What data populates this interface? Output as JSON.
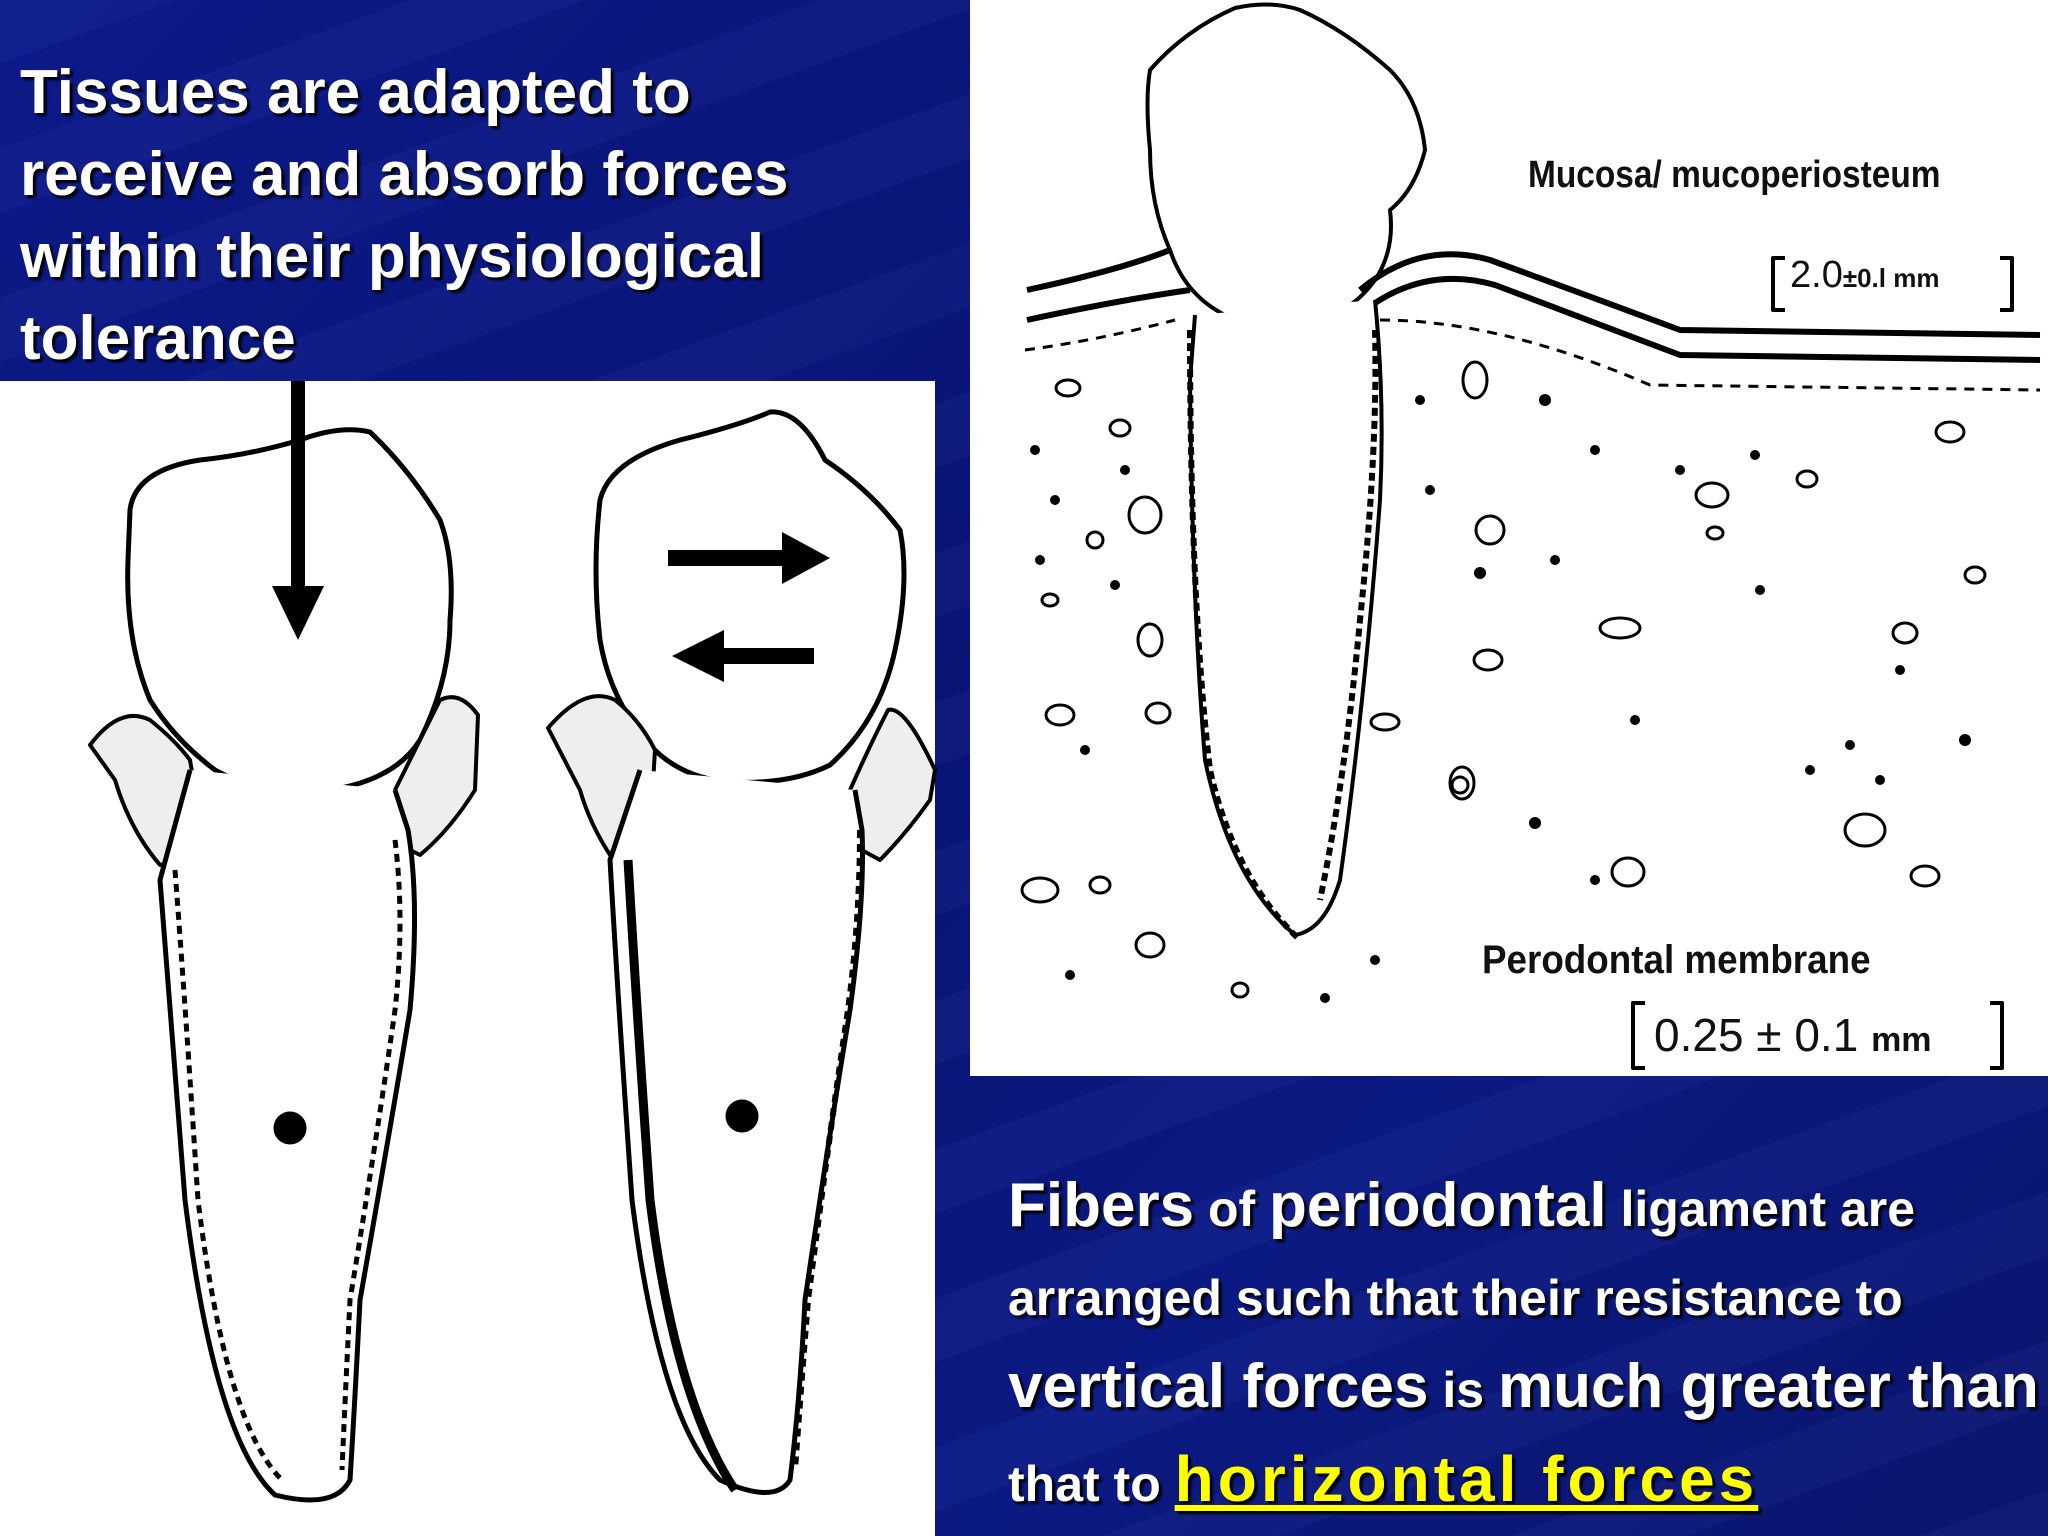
{
  "slide": {
    "title": "Tissues are adapted to receive and absorb forces within their physiological tolerance",
    "diagram_labels": {
      "mucosa": "Mucosa/ mucoperiosteum",
      "mucosa_value": "2.0",
      "mucosa_value_tail": "±0.l mm",
      "periodontal": "Perodontal membrane",
      "periodontal_value": "0.25 ± 0.1",
      "periodontal_unit": "mm"
    },
    "body": {
      "p1": "Fibers",
      "p2": " of ",
      "p3": "periodontal",
      "p4": " ligament are arranged such that their resistance to ",
      "p5": "vertical forces",
      "p6": " is ",
      "p7": "much greater than",
      "p8": " that to ",
      "p9": "horizontal forces"
    }
  },
  "colors": {
    "background": "#0b1780",
    "title_text": "#ffffff",
    "highlight": "#ffff00",
    "panel": "#ffffff"
  },
  "icons": [
    "arrow-down-icon",
    "arrow-right-icon",
    "arrow-left-icon"
  ]
}
